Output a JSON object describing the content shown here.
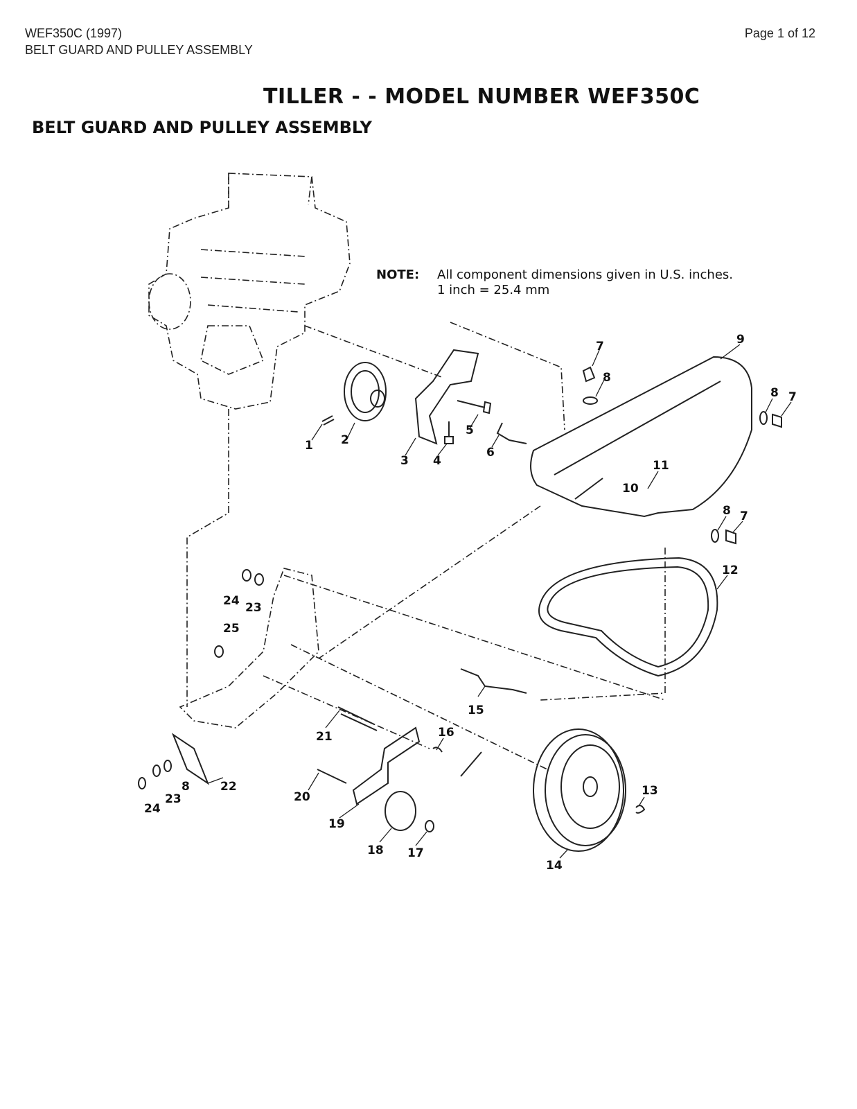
{
  "header": {
    "model_year": "WEF350C (1997)",
    "section": "BELT GUARD AND PULLEY ASSEMBLY",
    "page": "Page 1 of 12"
  },
  "diagram": {
    "title": "TILLER - - MODEL NUMBER WEF350C",
    "subtitle": "BELT GUARD AND PULLEY ASSEMBLY",
    "note_label": "NOTE:",
    "note_line1": "All component dimensions given in U.S. inches.",
    "note_line2": "1 inch = 25.4 mm",
    "callouts": [
      "1",
      "2",
      "3",
      "4",
      "5",
      "6",
      "7",
      "8",
      "9",
      "8",
      "7",
      "11",
      "10",
      "8",
      "7",
      "12",
      "24",
      "23",
      "25",
      "15",
      "21",
      "16",
      "22",
      "8",
      "23",
      "24",
      "20",
      "19",
      "18",
      "17",
      "13",
      "14"
    ]
  }
}
